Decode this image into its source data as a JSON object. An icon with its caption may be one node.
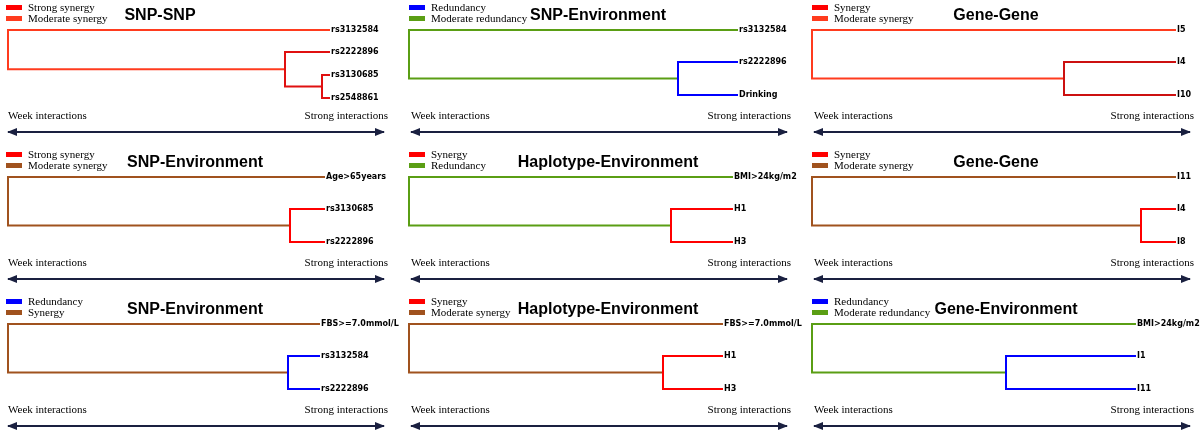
{
  "diagram": {
    "nodes": [
      {
        "text": [
          "SNP-SNP",
          "Week interactions",
          "Strong interactions"
        ]
      },
      {
        "text": [],
        "shape": "bar",
        "in": 0
      },
      {
        "text": [
          "rs3132584"
        ],
        "in": 0
      },
      {
        "text": [],
        "shape": "bar",
        "in": 0
      },
      {
        "text": [
          "rs2222896"
        ],
        "in": 0
      },
      {
        "text": [],
        "shape": "bar",
        "in": 0
      },
      {
        "text": [
          "rs3130685"
        ],
        "in": 0
      },
      {
        "text": [
          "rs2548861"
        ],
        "in": 0
      },
      {
        "text": [
          "SNP-Environment",
          "Week interactions",
          "Strong interactions"
        ]
      },
      {
        "text": [],
        "shape": "bar",
        "in": 8
      },
      {
        "text": [
          "rs3132584"
        ],
        "in": 8
      },
      {
        "text": [],
        "shape": "bar",
        "in": 8
      },
      {
        "text": [
          "rs2222896"
        ],
        "in": 8
      },
      {
        "text": [
          "Drinking"
        ],
        "in": 8
      },
      {
        "text": [
          "Gene-Gene",
          "Week interactions",
          "Strong interactions"
        ]
      },
      {
        "text": [],
        "shape": "bar",
        "in": 14
      },
      {
        "text": [
          "I5"
        ],
        "in": 14
      },
      {
        "text": [],
        "shape": "bar",
        "in": 14
      },
      {
        "text": [
          "I4"
        ],
        "in": 14
      },
      {
        "text": [
          "I10"
        ],
        "in": 14
      },
      {
        "text": [
          "SNP-Environment",
          "Week interactions",
          "Strong interactions"
        ]
      },
      {
        "text": [],
        "shape": "bar",
        "in": 20
      },
      {
        "text": [
          "Age>65years"
        ],
        "in": 20
      },
      {
        "text": [],
        "shape": "bar",
        "in": 20
      },
      {
        "text": [
          "rs3130685"
        ],
        "in": 20
      },
      {
        "text": [
          "rs2222896"
        ],
        "in": 20
      },
      {
        "text": [
          "Haplotype-Environment",
          "Week interactions",
          "Strong interactions"
        ]
      },
      {
        "text": [],
        "shape": "bar",
        "in": 26
      },
      {
        "text": [
          "BMI>24kg/m2"
        ],
        "in": 26
      },
      {
        "text": [],
        "shape": "bar",
        "in": 26
      },
      {
        "text": [
          "H1"
        ],
        "in": 26
      },
      {
        "text": [
          "H3"
        ],
        "in": 26
      },
      {
        "text": [
          "Gene-Gene",
          "Week interactions",
          "Strong interactions"
        ]
      },
      {
        "text": [],
        "shape": "bar",
        "in": 32
      },
      {
        "text": [
          "I11"
        ],
        "in": 32
      },
      {
        "text": [],
        "shape": "bar",
        "in": 32
      },
      {
        "text": [
          "I4"
        ],
        "in": 32
      },
      {
        "text": [
          "I8"
        ],
        "in": 32
      },
      {
        "text": [
          "SNP-Environment",
          "Week interactions",
          "Strong interactions"
        ]
      },
      {
        "text": [],
        "shape": "bar",
        "in": 38
      },
      {
        "text": [
          "FBS>=7.0mmol/L"
        ],
        "in": 38
      },
      {
        "text": [],
        "shape": "bar",
        "in": 38
      },
      {
        "text": [
          "rs3132584"
        ],
        "in": 38
      },
      {
        "text": [
          "rs2222896"
        ],
        "in": 38
      },
      {
        "text": [
          "Haplotype-Environment",
          "Week interactions",
          "Strong interactions"
        ]
      },
      {
        "text": [],
        "shape": "bar",
        "in": 44
      },
      {
        "text": [
          "FBS>=7.0mmol/L"
        ],
        "in": 44
      },
      {
        "text": [],
        "shape": "bar",
        "in": 44
      },
      {
        "text": [
          "H1"
        ],
        "in": 44
      },
      {
        "text": [
          "H3"
        ],
        "in": 44
      },
      {
        "text": [
          "Gene-Environment",
          "Week interactions",
          "Strong interactions"
        ]
      },
      {
        "text": [],
        "shape": "bar",
        "in": 50
      },
      {
        "text": [
          "BMI>24kg/m2"
        ],
        "in": 50
      },
      {
        "text": [],
        "shape": "bar",
        "in": 50
      },
      {
        "text": [
          "I1"
        ],
        "in": 50
      },
      {
        "text": [
          "I11"
        ],
        "in": 50
      }
    ],
    "edges": [
      {
        "from": 1,
        "to": 2,
        "arrow": "none",
        "color": "#ff3b1e"
      },
      {
        "from": 1,
        "to": 3,
        "arrow": "none",
        "color": "#ff3b1e"
      },
      {
        "from": 3,
        "to": 4,
        "arrow": "none",
        "color": "#e01010"
      },
      {
        "from": 3,
        "to": 5,
        "arrow": "none",
        "color": "#e01010"
      },
      {
        "from": 5,
        "to": 6,
        "arrow": "none",
        "color": "#e01010"
      },
      {
        "from": 5,
        "to": 7,
        "arrow": "none",
        "color": "#e01010"
      },
      {
        "from": 9,
        "to": 10,
        "arrow": "none",
        "color": "#5a9e14"
      },
      {
        "from": 9,
        "to": 11,
        "arrow": "none",
        "color": "#5a9e14"
      },
      {
        "from": 11,
        "to": 12,
        "arrow": "none",
        "color": "#0000ff"
      },
      {
        "from": 11,
        "to": 13,
        "arrow": "none",
        "color": "#0000ff"
      },
      {
        "from": 15,
        "to": 16,
        "arrow": "none",
        "color": "#ff3b1e"
      },
      {
        "from": 15,
        "to": 17,
        "arrow": "none",
        "color": "#ff3b1e"
      },
      {
        "from": 17,
        "to": 18,
        "arrow": "none",
        "color": "#cc1010"
      },
      {
        "from": 17,
        "to": 19,
        "arrow": "none",
        "color": "#cc1010"
      },
      {
        "from": 21,
        "to": 22,
        "arrow": "none",
        "color": "#a0521e"
      },
      {
        "from": 21,
        "to": 23,
        "arrow": "none",
        "color": "#a0521e"
      },
      {
        "from": 23,
        "to": 24,
        "arrow": "none",
        "color": "#ff0000"
      },
      {
        "from": 23,
        "to": 25,
        "arrow": "none",
        "color": "#ff0000"
      },
      {
        "from": 27,
        "to": 28,
        "arrow": "none",
        "color": "#5a9e14"
      },
      {
        "from": 27,
        "to": 29,
        "arrow": "none",
        "color": "#5a9e14"
      },
      {
        "from": 29,
        "to": 30,
        "arrow": "none",
        "color": "#ff0000"
      },
      {
        "from": 29,
        "to": 31,
        "arrow": "none",
        "color": "#ff0000"
      },
      {
        "from": 33,
        "to": 34,
        "arrow": "none",
        "color": "#a0521e"
      },
      {
        "from": 33,
        "to": 35,
        "arrow": "none",
        "color": "#a0521e"
      },
      {
        "from": 35,
        "to": 36,
        "arrow": "none",
        "color": "#ff0000"
      },
      {
        "from": 35,
        "to": 37,
        "arrow": "none",
        "color": "#ff0000"
      },
      {
        "from": 39,
        "to": 40,
        "arrow": "none",
        "color": "#a0521e"
      },
      {
        "from": 39,
        "to": 41,
        "arrow": "none",
        "color": "#a0521e"
      },
      {
        "from": 41,
        "to": 42,
        "arrow": "none",
        "color": "#0000ff"
      },
      {
        "from": 41,
        "to": 43,
        "arrow": "none",
        "color": "#0000ff"
      },
      {
        "from": 45,
        "to": 46,
        "arrow": "none",
        "color": "#a0521e"
      },
      {
        "from": 45,
        "to": 47,
        "arrow": "none",
        "color": "#a0521e"
      },
      {
        "from": 47,
        "to": 48,
        "arrow": "none",
        "color": "#ff0000"
      },
      {
        "from": 47,
        "to": 49,
        "arrow": "none",
        "color": "#ff0000"
      },
      {
        "from": 51,
        "to": 52,
        "arrow": "none",
        "color": "#5a9e14"
      },
      {
        "from": 51,
        "to": 53,
        "arrow": "none",
        "color": "#5a9e14"
      },
      {
        "from": 53,
        "to": 54,
        "arrow": "none",
        "color": "#0000ff"
      },
      {
        "from": 53,
        "to": 55,
        "arrow": "none",
        "color": "#0000ff"
      }
    ],
    "legend": [
      {
        "text": "Strong synergy",
        "color": "#ff0000"
      },
      {
        "text": "Moderate synergy",
        "color": "#ff3b1e"
      },
      {
        "text": "Redundancy",
        "color": "#0000ff"
      },
      {
        "text": "Moderate redundancy",
        "color": "#5a9e14"
      },
      {
        "text": "Synergy",
        "color": "#ff0000"
      },
      {
        "text": "Moderate synergy",
        "color": "#ff3b1e"
      },
      {
        "text": "Strong synergy",
        "color": "#ff0000"
      },
      {
        "text": "Moderate synergy",
        "color": "#a0521e"
      },
      {
        "text": "Synergy",
        "color": "#ff0000"
      },
      {
        "text": "Redundancy",
        "color": "#5a9e14"
      },
      {
        "text": "Synergy",
        "color": "#ff0000"
      },
      {
        "text": "Moderate synergy",
        "color": "#a0521e"
      },
      {
        "text": "Redundancy",
        "color": "#0000ff"
      },
      {
        "text": "Synergy",
        "color": "#a0521e"
      },
      {
        "text": "Synergy",
        "color": "#ff0000"
      },
      {
        "text": "Moderate synergy",
        "color": "#a0521e"
      },
      {
        "text": "Redundancy",
        "color": "#0000ff"
      },
      {
        "text": "Moderate redundancy",
        "color": "#5a9e14"
      }
    ]
  }
}
